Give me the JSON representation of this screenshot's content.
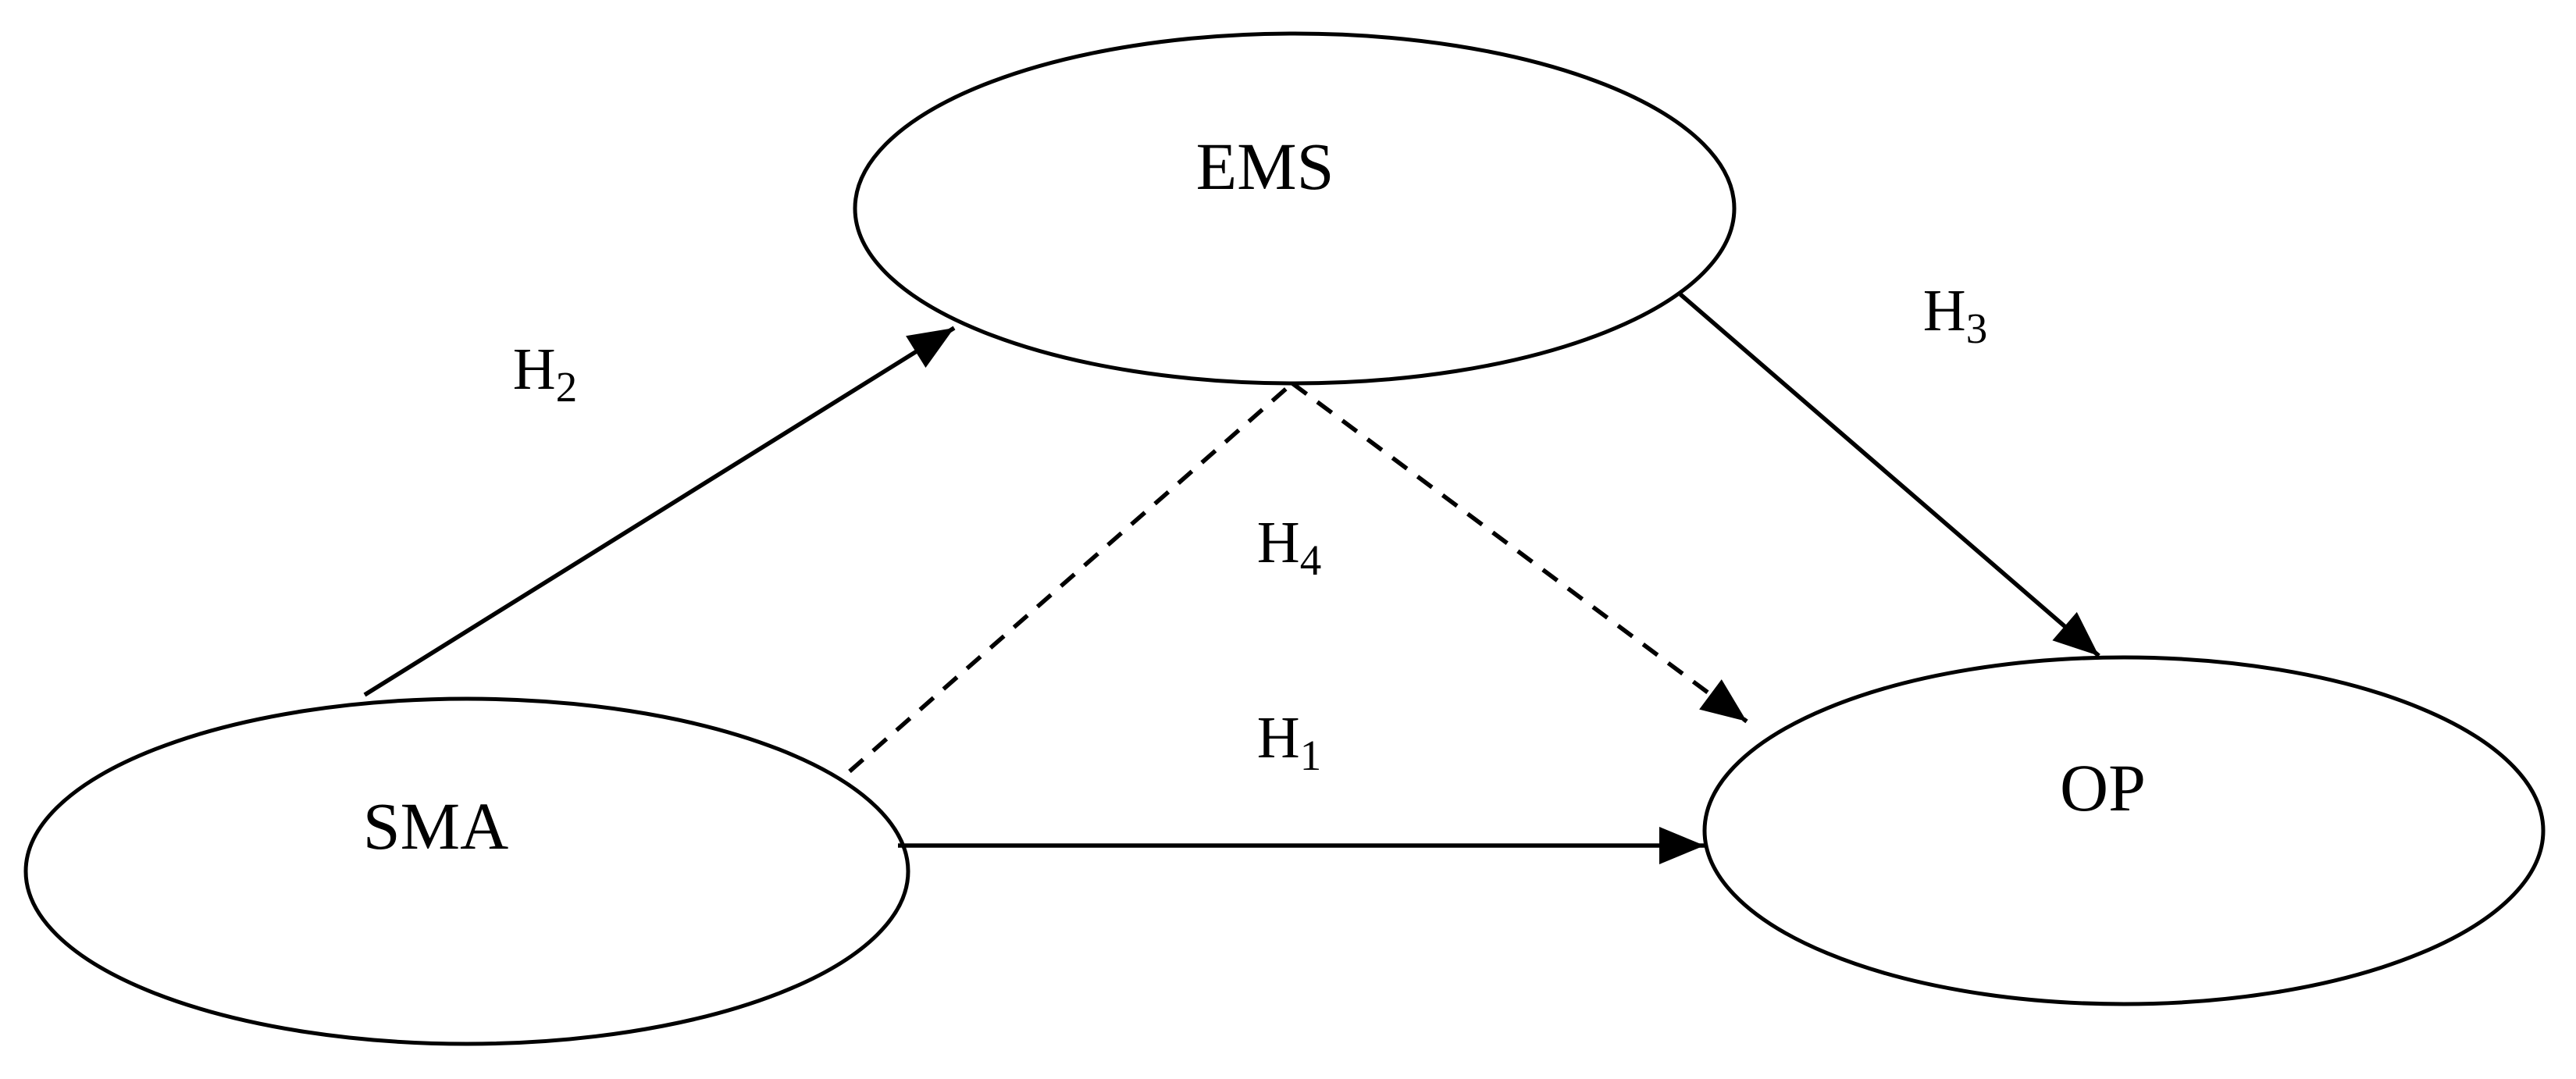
{
  "figure": {
    "type": "path-diagram",
    "background_color": "#ffffff",
    "line_color": "#000000",
    "nodes": {
      "ems": {
        "label": "EMS",
        "shape": "ellipse"
      },
      "sma": {
        "label": "SMA",
        "shape": "ellipse"
      },
      "op": {
        "label": "OP",
        "shape": "ellipse"
      }
    },
    "edges": {
      "h1": {
        "label": "H",
        "sub": "1",
        "from": "SMA",
        "to": "OP",
        "line": "solid",
        "arrow": true
      },
      "h2": {
        "label": "H",
        "sub": "2",
        "from": "SMA",
        "to": "EMS",
        "line": "solid",
        "arrow": true
      },
      "h3": {
        "label": "H",
        "sub": "3",
        "from": "EMS",
        "to": "OP",
        "line": "solid",
        "arrow": true
      },
      "h4": {
        "label": "H",
        "sub": "4",
        "from": "SMA",
        "to": "OP",
        "via": "EMS",
        "line": "dashed",
        "arrow": true
      }
    }
  }
}
